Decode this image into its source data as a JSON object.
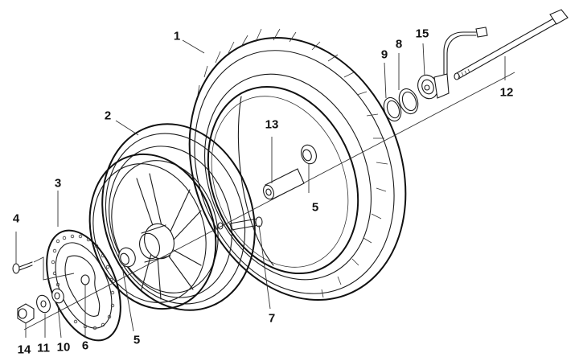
{
  "diagram": {
    "type": "exploded parts diagram",
    "subject": "front wheel assembly",
    "background_color": "#ffffff",
    "line_color": "#1a1a1a",
    "labels": [
      {
        "id": "label-1",
        "text": "1"
      },
      {
        "id": "label-2",
        "text": "2"
      },
      {
        "id": "label-3",
        "text": "3"
      },
      {
        "id": "label-4",
        "text": "4"
      },
      {
        "id": "label-5a",
        "text": "5"
      },
      {
        "id": "label-5b",
        "text": "5"
      },
      {
        "id": "label-6",
        "text": "6"
      },
      {
        "id": "label-7",
        "text": "7"
      },
      {
        "id": "label-8",
        "text": "8"
      },
      {
        "id": "label-9",
        "text": "9"
      },
      {
        "id": "label-10",
        "text": "10"
      },
      {
        "id": "label-11",
        "text": "11"
      },
      {
        "id": "label-12",
        "text": "12"
      },
      {
        "id": "label-13",
        "text": "13"
      },
      {
        "id": "label-14",
        "text": "14"
      },
      {
        "id": "label-15",
        "text": "15"
      }
    ]
  }
}
